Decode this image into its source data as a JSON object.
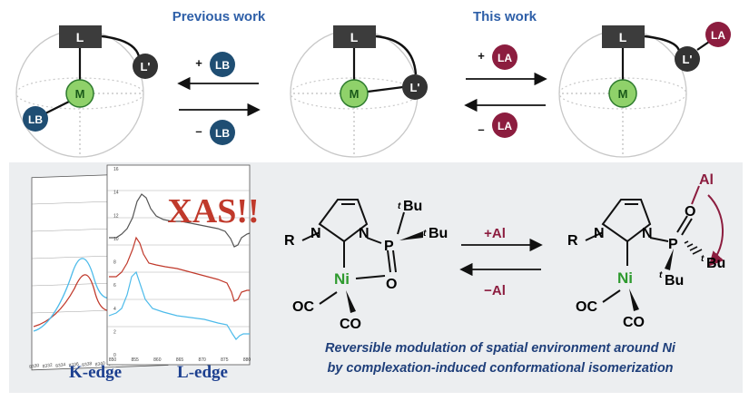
{
  "top": {
    "previous_title": "Previous work",
    "this_title": "This work",
    "L": "L",
    "Lp": "L'",
    "M": "M",
    "LB": "LB",
    "LA": "LA",
    "plus": "+",
    "minus": "–"
  },
  "bottom": {
    "xas_title": "XAS!!",
    "k_edge": "K-edge",
    "l_edge": "L-edge",
    "k_ticks": [
      "8330",
      "8332",
      "8334",
      "8336",
      "8338",
      "8340",
      "8342",
      "8344",
      "8346",
      "8348",
      "8350"
    ],
    "l_ticks": [
      "850",
      "855",
      "860",
      "865",
      "870",
      "875",
      "880"
    ],
    "l_yticks": [
      "16",
      "14",
      "12",
      "10",
      "8",
      "6",
      "4",
      "2",
      "0"
    ],
    "chem": {
      "R": "R",
      "N": "N",
      "P": "P",
      "O": "O",
      "Ni": "Ni",
      "tBu": "Bu",
      "t": "t",
      "OC": "OC",
      "CO": "CO",
      "Al": "Al",
      "plus_al": "+Al",
      "minus_al": "−Al"
    },
    "caption_line1": "Reversible modulation of spatial environment around Ni",
    "caption_line2": "by complexation-induced conformational isomerization"
  },
  "colors": {
    "blue_title": "#2e5fa8",
    "lb_fill": "#1f4e73",
    "la_fill": "#8c1d3f",
    "metal_fill": "#8fd16a",
    "ni_green": "#2e9a2e",
    "panel_bg": "#eceef0",
    "xas_red": "#c0392b",
    "k_blue": "#1c3f8f"
  }
}
